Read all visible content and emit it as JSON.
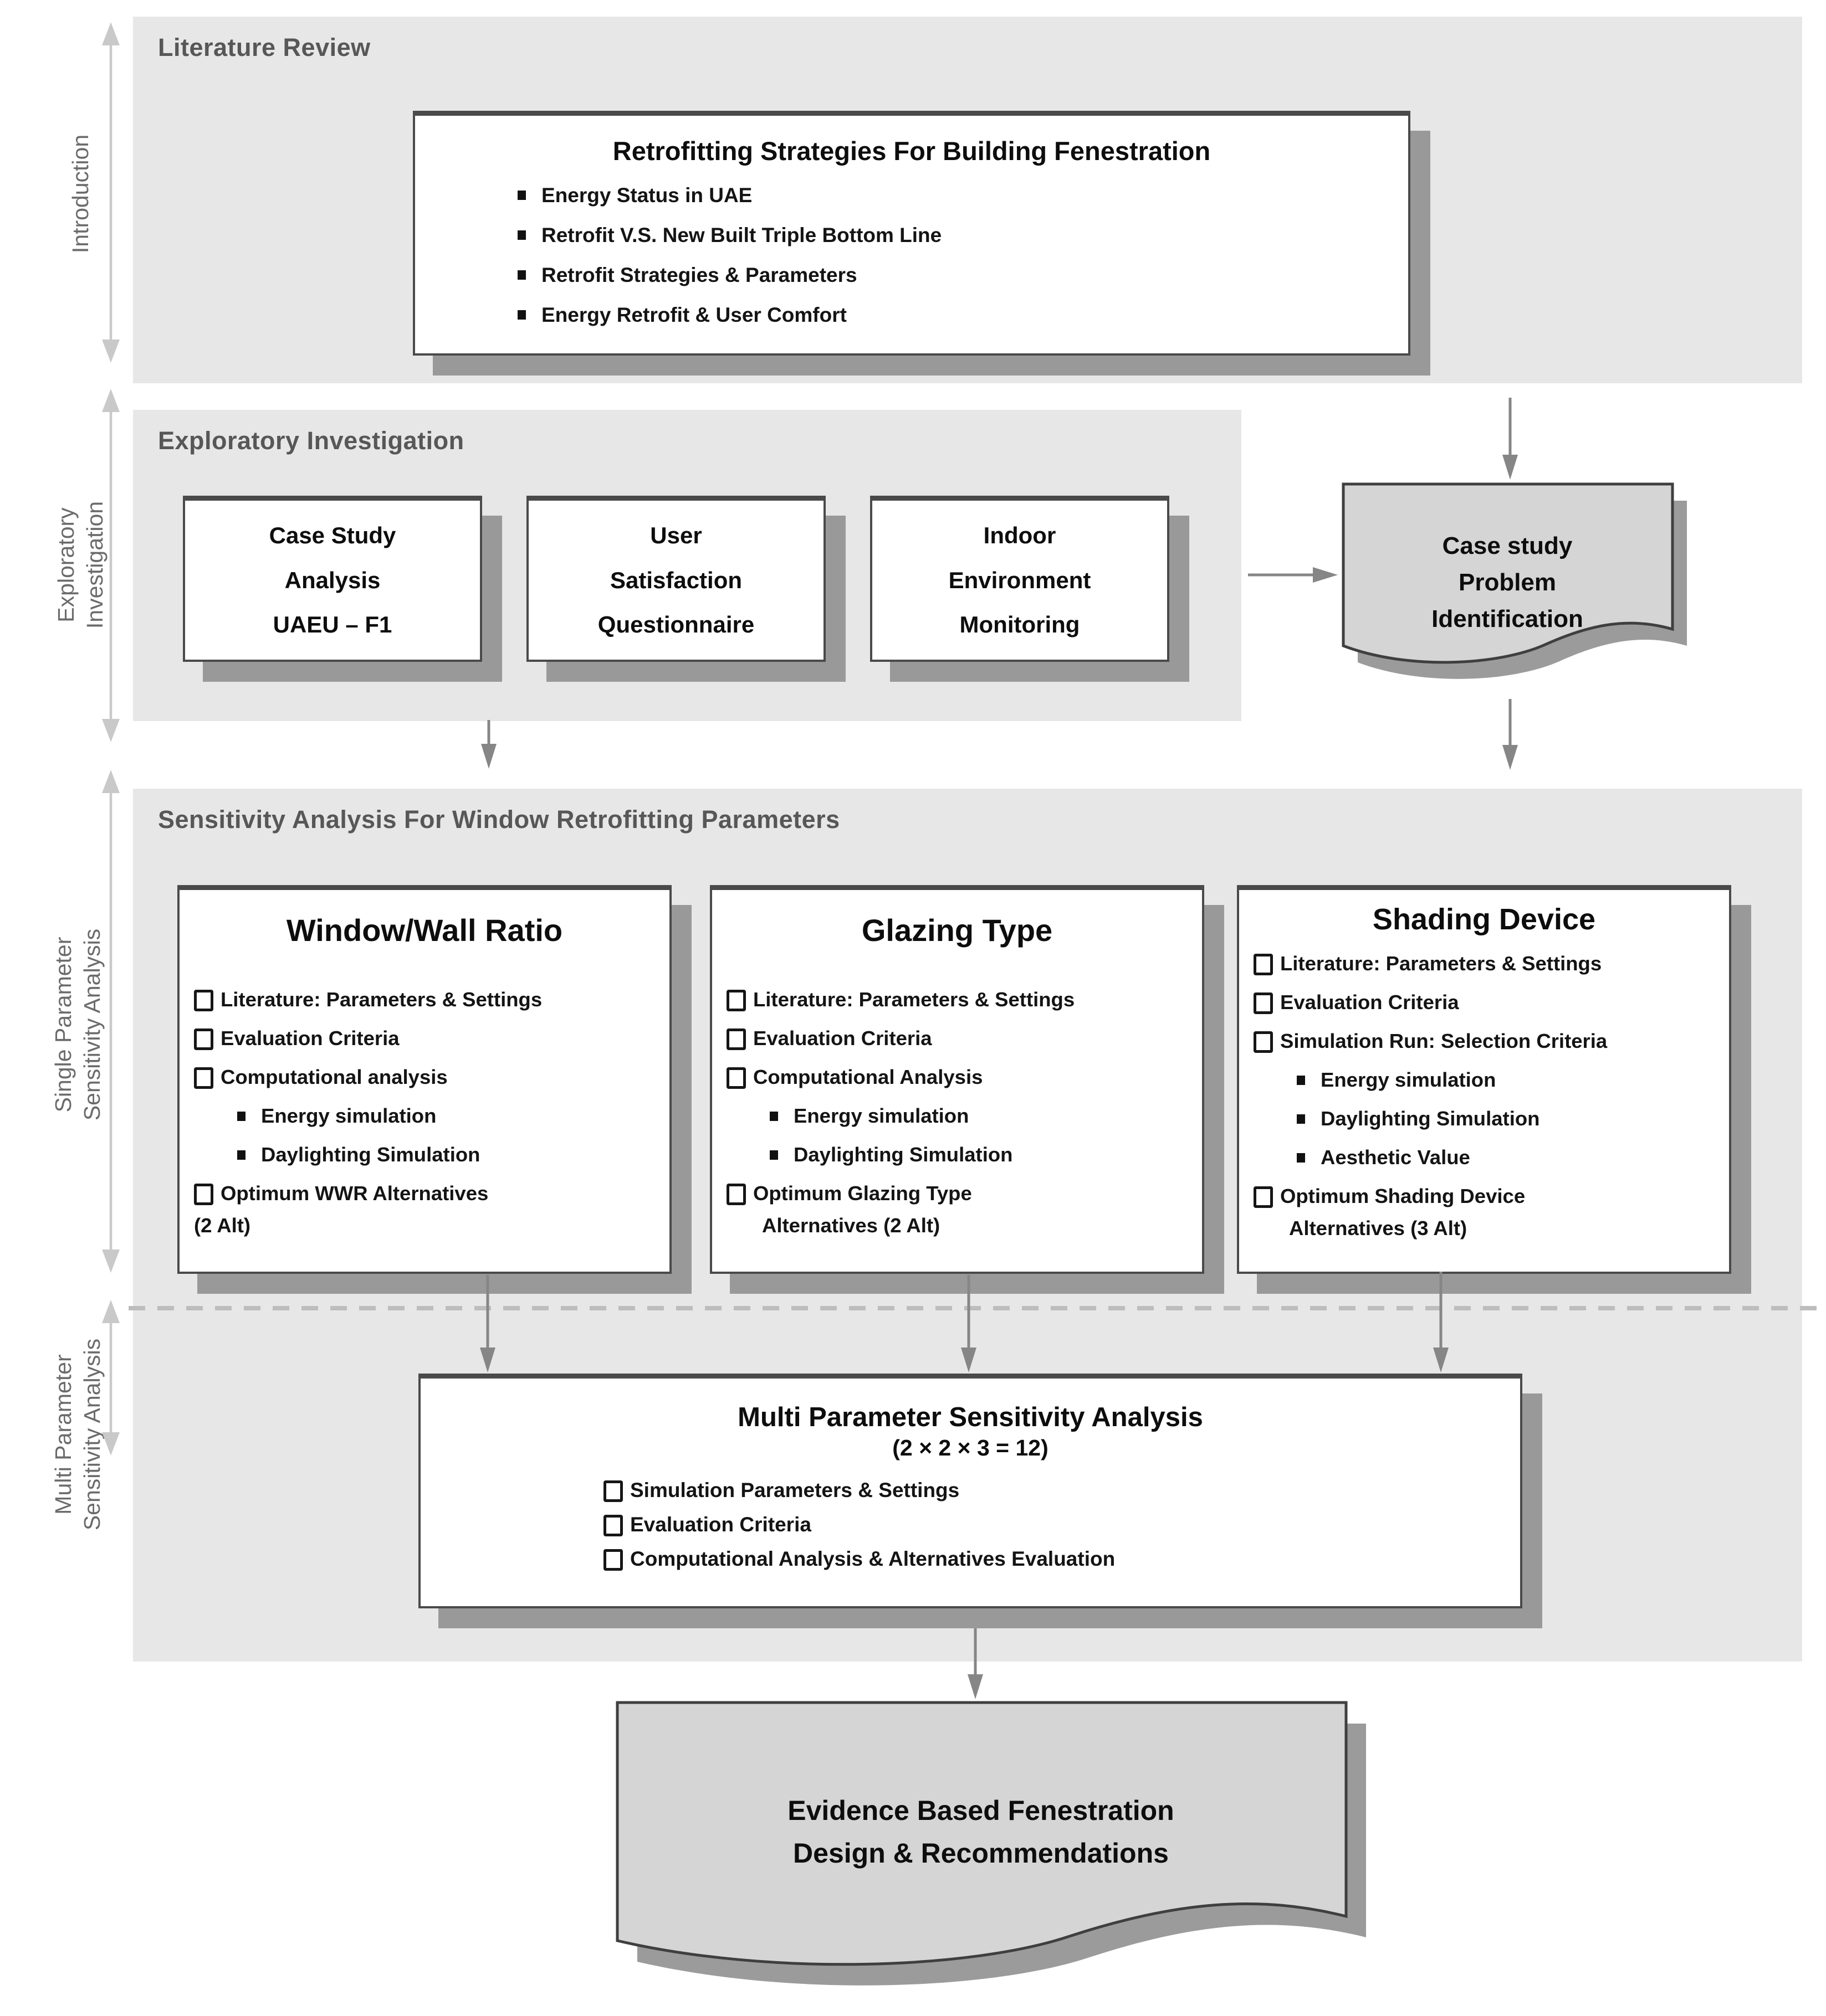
{
  "colors": {
    "panel_bg": "#e7e7e7",
    "box_bg": "#ffffff",
    "box_border": "#4a4a4a",
    "shadow": "#999999",
    "doc_fill": "#d5d5d5",
    "flow_arrow": "#868686",
    "rail_arrow": "#c9c9c9",
    "heading_text": "#575757",
    "body_text": "#141414"
  },
  "side_rail": {
    "labels": [
      {
        "line1": "Introduction",
        "line2": ""
      },
      {
        "line1": "Exploratory",
        "line2": "Investigation"
      },
      {
        "line1": "Single Parameter",
        "line2": "Sensitivity Analysis"
      },
      {
        "line1": "Multi Parameter",
        "line2": "Sensitivity Analysis"
      }
    ]
  },
  "panels": {
    "literature": {
      "heading": "Literature Review",
      "box": {
        "title": "Retrofitting Strategies For Building Fenestration",
        "bullets": [
          "Energy Status in UAE",
          "Retrofit V.S. New Built Triple Bottom Line",
          "Retrofit Strategies & Parameters",
          "Energy Retrofit & User Comfort"
        ]
      }
    },
    "exploratory": {
      "heading": "Exploratory Investigation",
      "boxes": [
        {
          "line1": "Case Study",
          "line2": "Analysis",
          "line3": "UAEU – F1"
        },
        {
          "line1": "User",
          "line2": "Satisfaction",
          "line3": "Questionnaire"
        },
        {
          "line1": "Indoor",
          "line2": "Environment",
          "line3": "Monitoring"
        }
      ]
    },
    "sensitivity": {
      "heading": "Sensitivity Analysis For Window Retrofitting Parameters",
      "param_boxes": [
        {
          "title": "Window/Wall Ratio",
          "items": [
            "Literature: Parameters & Settings",
            "Evaluation Criteria",
            "Computational analysis",
            "Energy simulation",
            "Daylighting Simulation",
            "Optimum WWR Alternatives",
            "(2 Alt)"
          ]
        },
        {
          "title": "Glazing Type",
          "items": [
            "Literature: Parameters & Settings",
            "Evaluation Criteria",
            "Computational Analysis",
            "Energy simulation",
            "Daylighting Simulation",
            "Optimum Glazing Type",
            "Alternatives (2 Alt)"
          ]
        },
        {
          "title": "Shading Device",
          "items": [
            "Literature: Parameters & Settings",
            "Evaluation Criteria",
            "Simulation Run: Selection Criteria",
            "Energy simulation",
            "Daylighting Simulation",
            "Aesthetic Value",
            "Optimum Shading Device",
            "Alternatives (3 Alt)"
          ]
        }
      ],
      "multi_box": {
        "title": "Multi Parameter Sensitivity Analysis",
        "subtitle": "(2 × 2 × 3 = 12)",
        "items": [
          "Simulation Parameters & Settings",
          "Evaluation Criteria",
          "Computational Analysis & Alternatives Evaluation"
        ]
      }
    }
  },
  "documents": {
    "problem": {
      "line1": "Case study",
      "line2": "Problem",
      "line3": "Identification"
    },
    "evidence": {
      "line1": "Evidence Based Fenestration",
      "line2": "Design & Recommendations"
    }
  }
}
